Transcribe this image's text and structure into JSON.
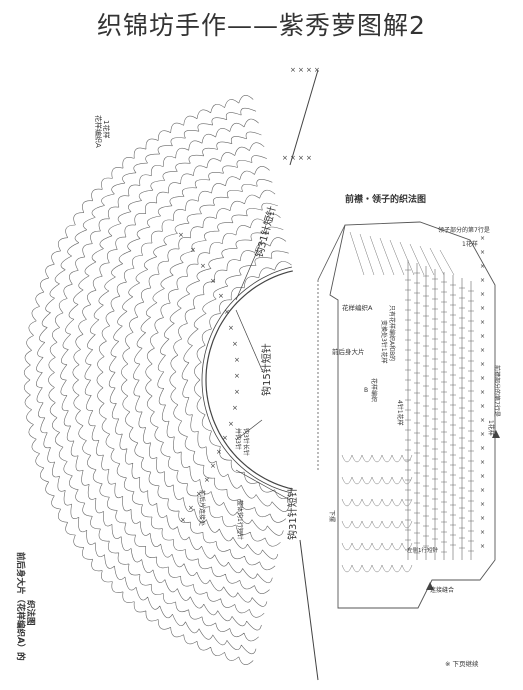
{
  "title": "织锦坊手作——紫秀萝图解2",
  "left_diagram": {
    "pattern_label": "花样编织A",
    "pattern_count": "1花样",
    "label_upper": "钩31针短针",
    "label_middle": "钩15针短针",
    "label_middle_note": "并钩3针",
    "label_middle_note2": "钩3针长针",
    "label_lower": "钩31针短针",
    "label_lower_note": "整体钩1行短针",
    "label_lower_note2": "前后片连接处",
    "bottom_caption_1": "前后身大片（花样编织A）的",
    "bottom_caption_2": "织法图"
  },
  "right_diagram": {
    "title": "前襟・领子的织法图",
    "collar_note": "领子部分的第7行是",
    "collar_count": "1花样",
    "pattern_label": "花样编织A",
    "body_label": "前后身大片",
    "center_note_1": "只有花样编织A和B的",
    "center_note_2": "变换处3针1花样",
    "pattern_b": "花样编织",
    "pattern_b_sub": "B",
    "four_count": "4针1花样",
    "front_note_1": "前襟部分的第7行是",
    "front_note_2": "1花样",
    "left_front_label": "下摆",
    "bottom_note": "左侧1行短针",
    "bottom_note_2": "连接缝合",
    "footnote": "※ 下页继续"
  }
}
